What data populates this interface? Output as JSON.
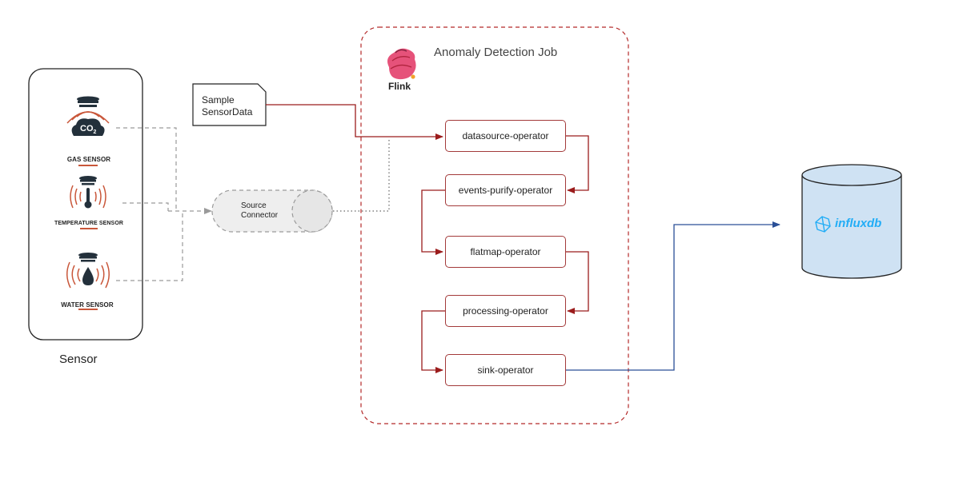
{
  "sensor_panel": {
    "title": "Sensor",
    "gas_sensor": {
      "label": "GAS SENSOR",
      "co2": "CO",
      "co2_sub": "2",
      "icon": "gas-sensor-icon"
    },
    "temperature_sensor": {
      "label": "TEMPERATURE SENSOR",
      "icon": "thermometer-sensor-icon"
    },
    "water_sensor": {
      "label": "WATER SENSOR",
      "icon": "water-drop-sensor-icon"
    }
  },
  "sample_data": {
    "line1": "Sample",
    "line2": "SensorData"
  },
  "source_connector": {
    "line1": "Source",
    "line2": "Connector"
  },
  "job": {
    "title": "Anomaly Detection Job",
    "logo_text": "Flink",
    "operators": [
      {
        "label": "datasource-operator"
      },
      {
        "label": "events-purify-operator"
      },
      {
        "label": "flatmap-operator"
      },
      {
        "label": "processing-operator"
      },
      {
        "label": "sink-operator"
      }
    ]
  },
  "database": {
    "label": "influxdb",
    "icon": "influxdb-icon"
  },
  "colors": {
    "flow_red": "#9b1c1c",
    "operator_border": "#a33a3a",
    "job_border": "#b32929",
    "sink_blue": "#2a4f96",
    "db_fill": "#cfe2f3",
    "influx_cyan": "#22adf6",
    "sensor_dark": "#23303b",
    "sensor_waves": "#c9573a"
  }
}
